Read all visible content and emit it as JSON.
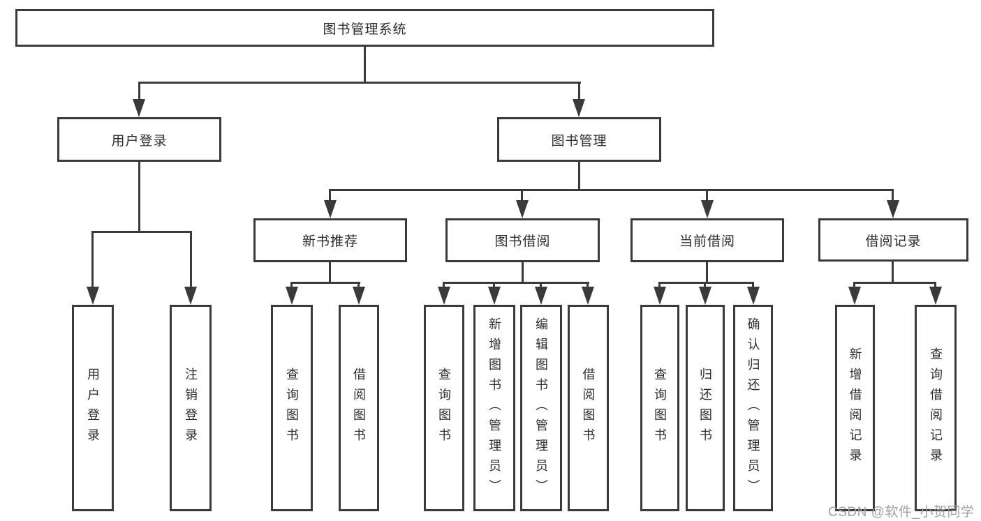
{
  "diagram": {
    "title": "图书管理系统",
    "nodes": {
      "root": "图书管理系统",
      "login": "用户登录",
      "manage": "图书管理",
      "recommend": "新书推荐",
      "borrow": "图书借阅",
      "current": "当前借阅",
      "record": "借阅记录",
      "login_leaves": [
        "用户登录",
        "注销登录"
      ],
      "recommend_leaves": [
        "查询图书",
        "借阅图书"
      ],
      "borrow_leaves": [
        "查询图书",
        "新增图书（管理员）",
        "编辑图书（管理员）",
        "借阅图书"
      ],
      "current_leaves": [
        "查询图书",
        "归还图书",
        "确认归还（管理员）"
      ],
      "record_leaves": [
        "新增借阅记录",
        "查询借阅记录"
      ]
    },
    "watermark": "CSDN @软件_小贺同学",
    "colors": {
      "line": "#3a3a3a",
      "text": "#2d2d31",
      "watermark": "#a0a0a8",
      "background": "#ffffff"
    }
  }
}
